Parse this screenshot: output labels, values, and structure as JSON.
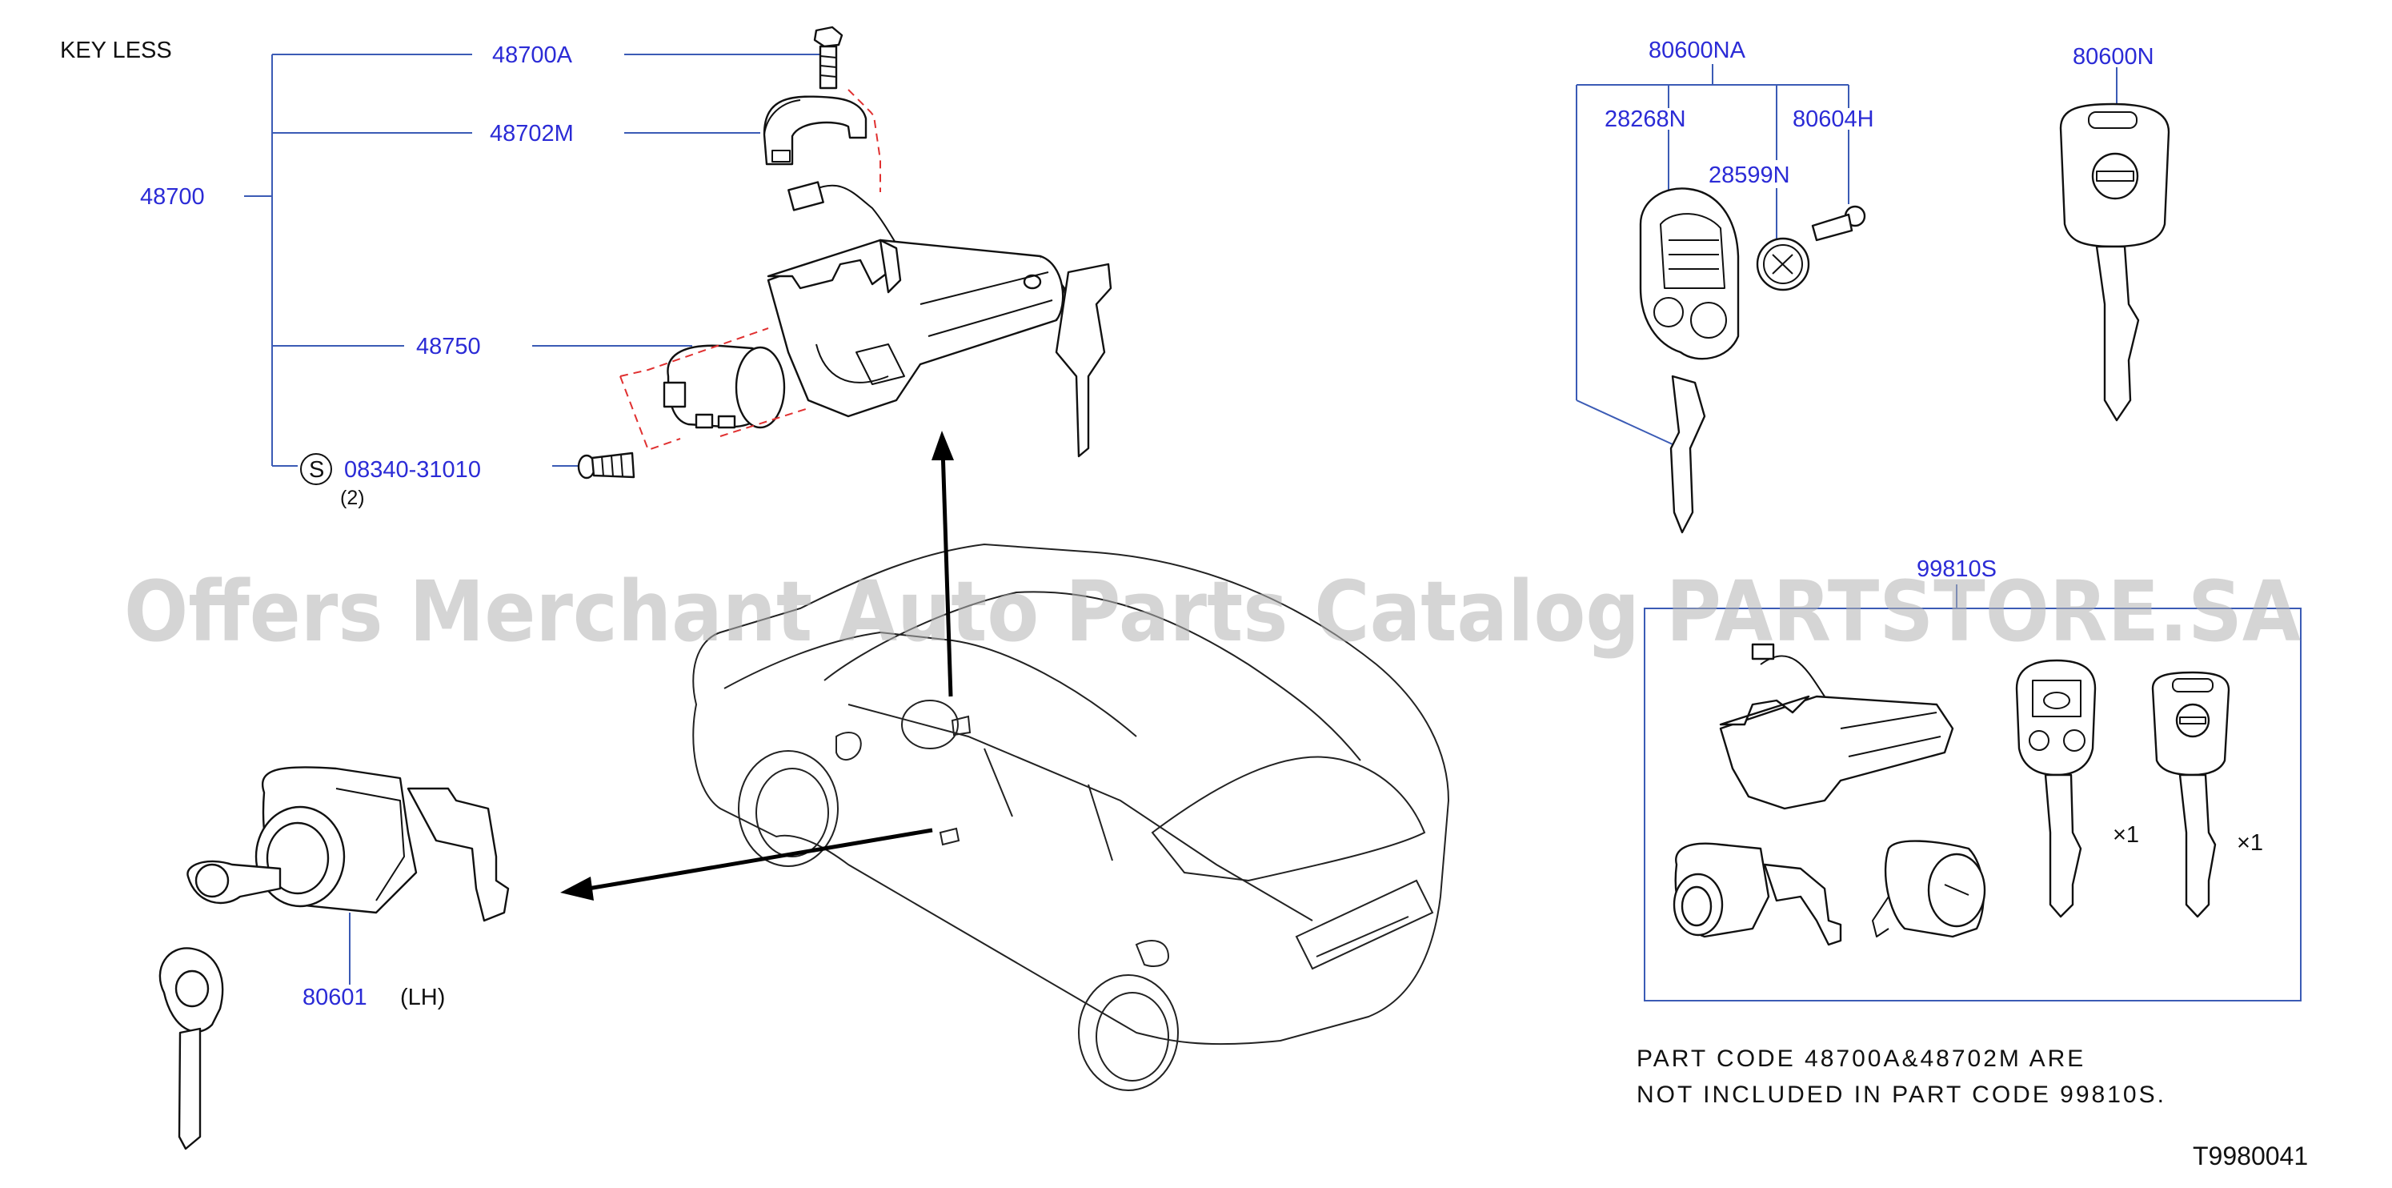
{
  "header": {
    "keyless_label": "KEY   LESS"
  },
  "parts": {
    "p48700": "48700",
    "p48700A": "48700A",
    "p48702M": "48702M",
    "p48750": "48750",
    "screw_symbol": "S",
    "screw_code": "08340-31010",
    "screw_qty": "(2)",
    "p80601": "80601",
    "p80601_side": "(LH)",
    "p80600NA": "80600NA",
    "p28268N": "28268N",
    "p28599N": "28599N",
    "p80604H": "80604H",
    "p80600N": "80600N",
    "p99810S": "99810S",
    "kit_qty_1": "×1",
    "kit_qty_2": "×1"
  },
  "watermark": "Offers Merchant Auto Parts Catalog PARTSTORE.SA",
  "note": {
    "line1": "PART  CODE  48700A&48702M  ARE",
    "line2": "NOT  INCLUDED  IN  PART  CODE  99810S."
  },
  "diagram_code": "T9980041",
  "colors": {
    "label_blue": "#2b2bd6",
    "leader_blue": "#3b5bb5",
    "dash_red": "#e03030",
    "watermark_gray": "#b4b4b4"
  }
}
